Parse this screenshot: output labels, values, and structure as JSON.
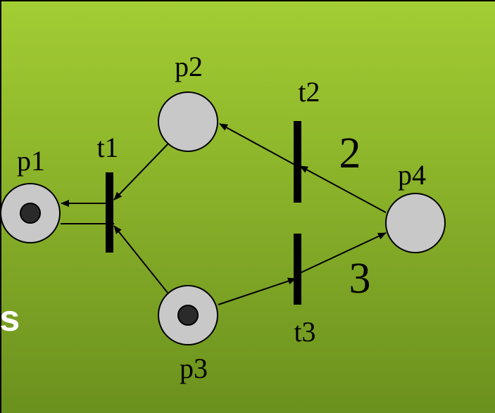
{
  "colors": {
    "background_top": "#a3cd33",
    "background_bottom": "#6b911e",
    "place_fill": "#c8c8c8",
    "stroke": "#000000",
    "side_text": "#ffffff"
  },
  "side_text": "ts",
  "places": [
    {
      "id": "p1",
      "label": "p1",
      "tokens": 1
    },
    {
      "id": "p2",
      "label": "p2",
      "tokens": 0
    },
    {
      "id": "p3",
      "label": "p3",
      "tokens": 1
    },
    {
      "id": "p4",
      "label": "p4",
      "tokens": 0
    }
  ],
  "transitions": [
    {
      "id": "t1",
      "label": "t1"
    },
    {
      "id": "t2",
      "label": "t2"
    },
    {
      "id": "t3",
      "label": "t3"
    }
  ],
  "arcs": [
    {
      "from": "t1",
      "to": "p1",
      "weight": ""
    },
    {
      "from": "p1",
      "to": "t1",
      "weight": ""
    },
    {
      "from": "p2",
      "to": "t1",
      "weight": ""
    },
    {
      "from": "p3",
      "to": "t1",
      "weight": ""
    },
    {
      "from": "t2",
      "to": "p2",
      "weight": ""
    },
    {
      "from": "p4",
      "to": "t2",
      "weight": "2"
    },
    {
      "from": "p3",
      "to": "t3",
      "weight": ""
    },
    {
      "from": "t3",
      "to": "p4",
      "weight": "3"
    }
  ]
}
